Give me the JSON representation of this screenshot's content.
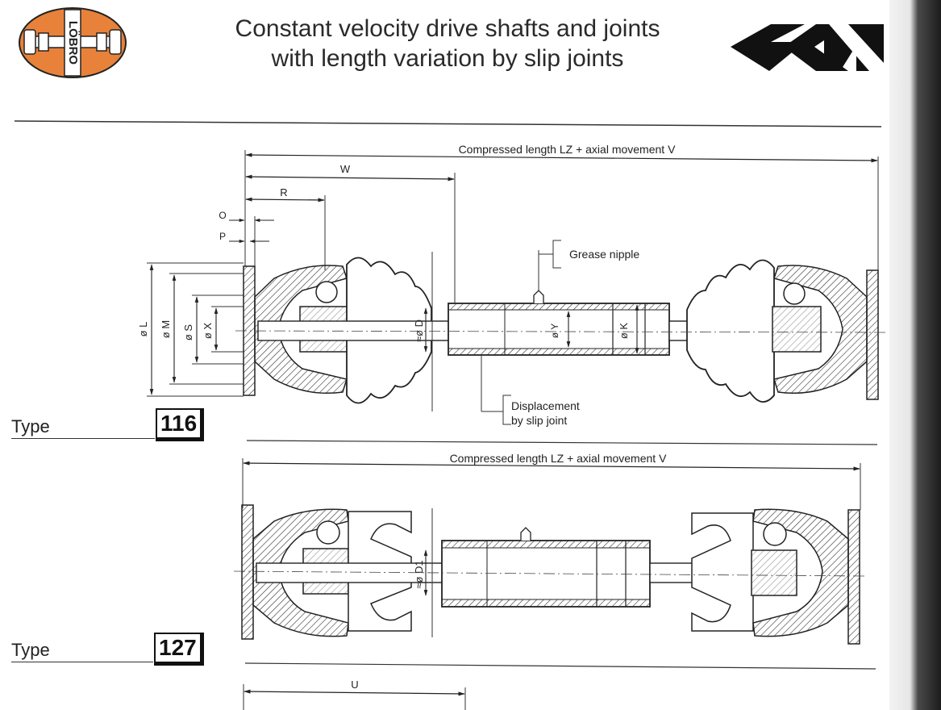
{
  "header": {
    "title_line1": "Constant velocity drive shafts and joints",
    "title_line2": "with length variation by slip joints",
    "logo_left_text": "LÖBRO",
    "logo_right_text": "GKN"
  },
  "drawing_116": {
    "overall_label": "Compressed length  LZ  + axial movement V",
    "dim_w": "W",
    "dim_r": "R",
    "dim_o": "O",
    "dim_p": "P",
    "dia_l": "ø L",
    "dia_m": "ø M",
    "dia_s": "ø S",
    "dia_x": "ø X",
    "dia_d": "≈ø D",
    "dia_y": "ø Y",
    "dia_k": "ø K",
    "grease_nipple": "Grease nipple",
    "displacement_line1": "Displacement",
    "displacement_line2": "by slip joint",
    "type_label": "Type",
    "type_number": "116"
  },
  "drawing_127": {
    "overall_label": "Compressed length  LZ  + axial movement V",
    "dia_d1": "≈ø D1",
    "type_label": "Type",
    "type_number": "127"
  },
  "drawing_bottom": {
    "dim_u": "U"
  },
  "colors": {
    "logo_orange": "#e8823a",
    "ink": "#222222"
  }
}
